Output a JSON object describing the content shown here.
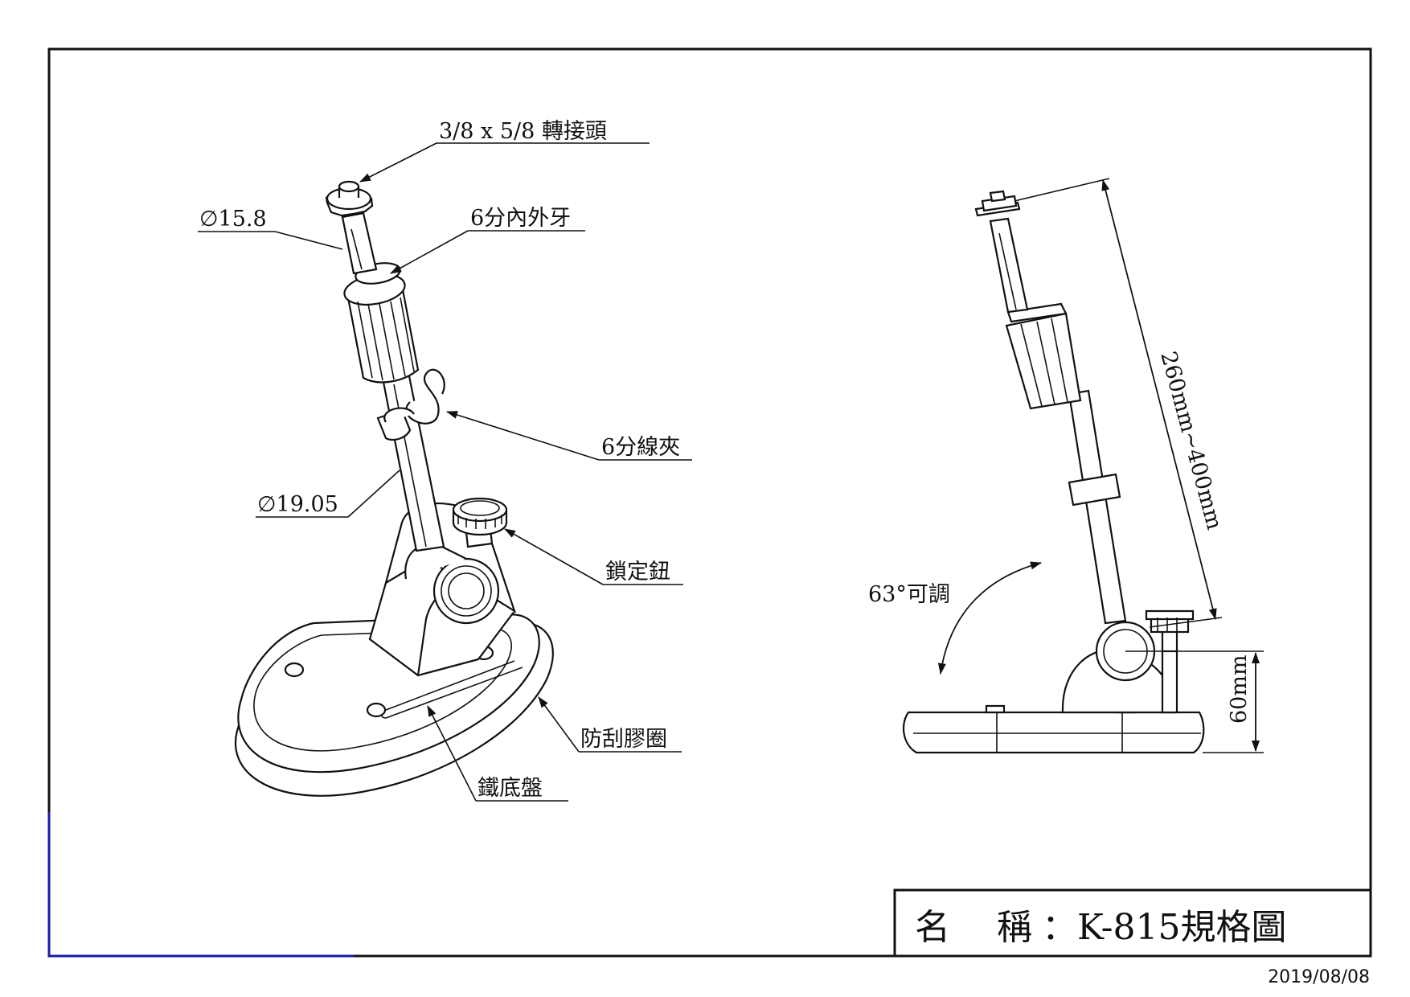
{
  "labels": {
    "adapter": "3/8 x 5/8 轉接頭",
    "dia_top": "∅15.8",
    "thread": "6分內外牙",
    "clip": "6分線夾",
    "dia_bottom": "∅19.05",
    "lock_knob": "鎖定鈕",
    "rubber_ring": "防刮膠圈",
    "iron_base": "鐵底盤",
    "angle": "63°可調",
    "length": "260mm~400mm",
    "height": "60mm"
  },
  "title_block": {
    "name_label": "名",
    "name_label2": "稱",
    "name_value": "：K-815規格圖"
  },
  "date": "2019/08/08",
  "colors": {
    "line": "#111111",
    "accent_blue": "#1a1aa8"
  }
}
